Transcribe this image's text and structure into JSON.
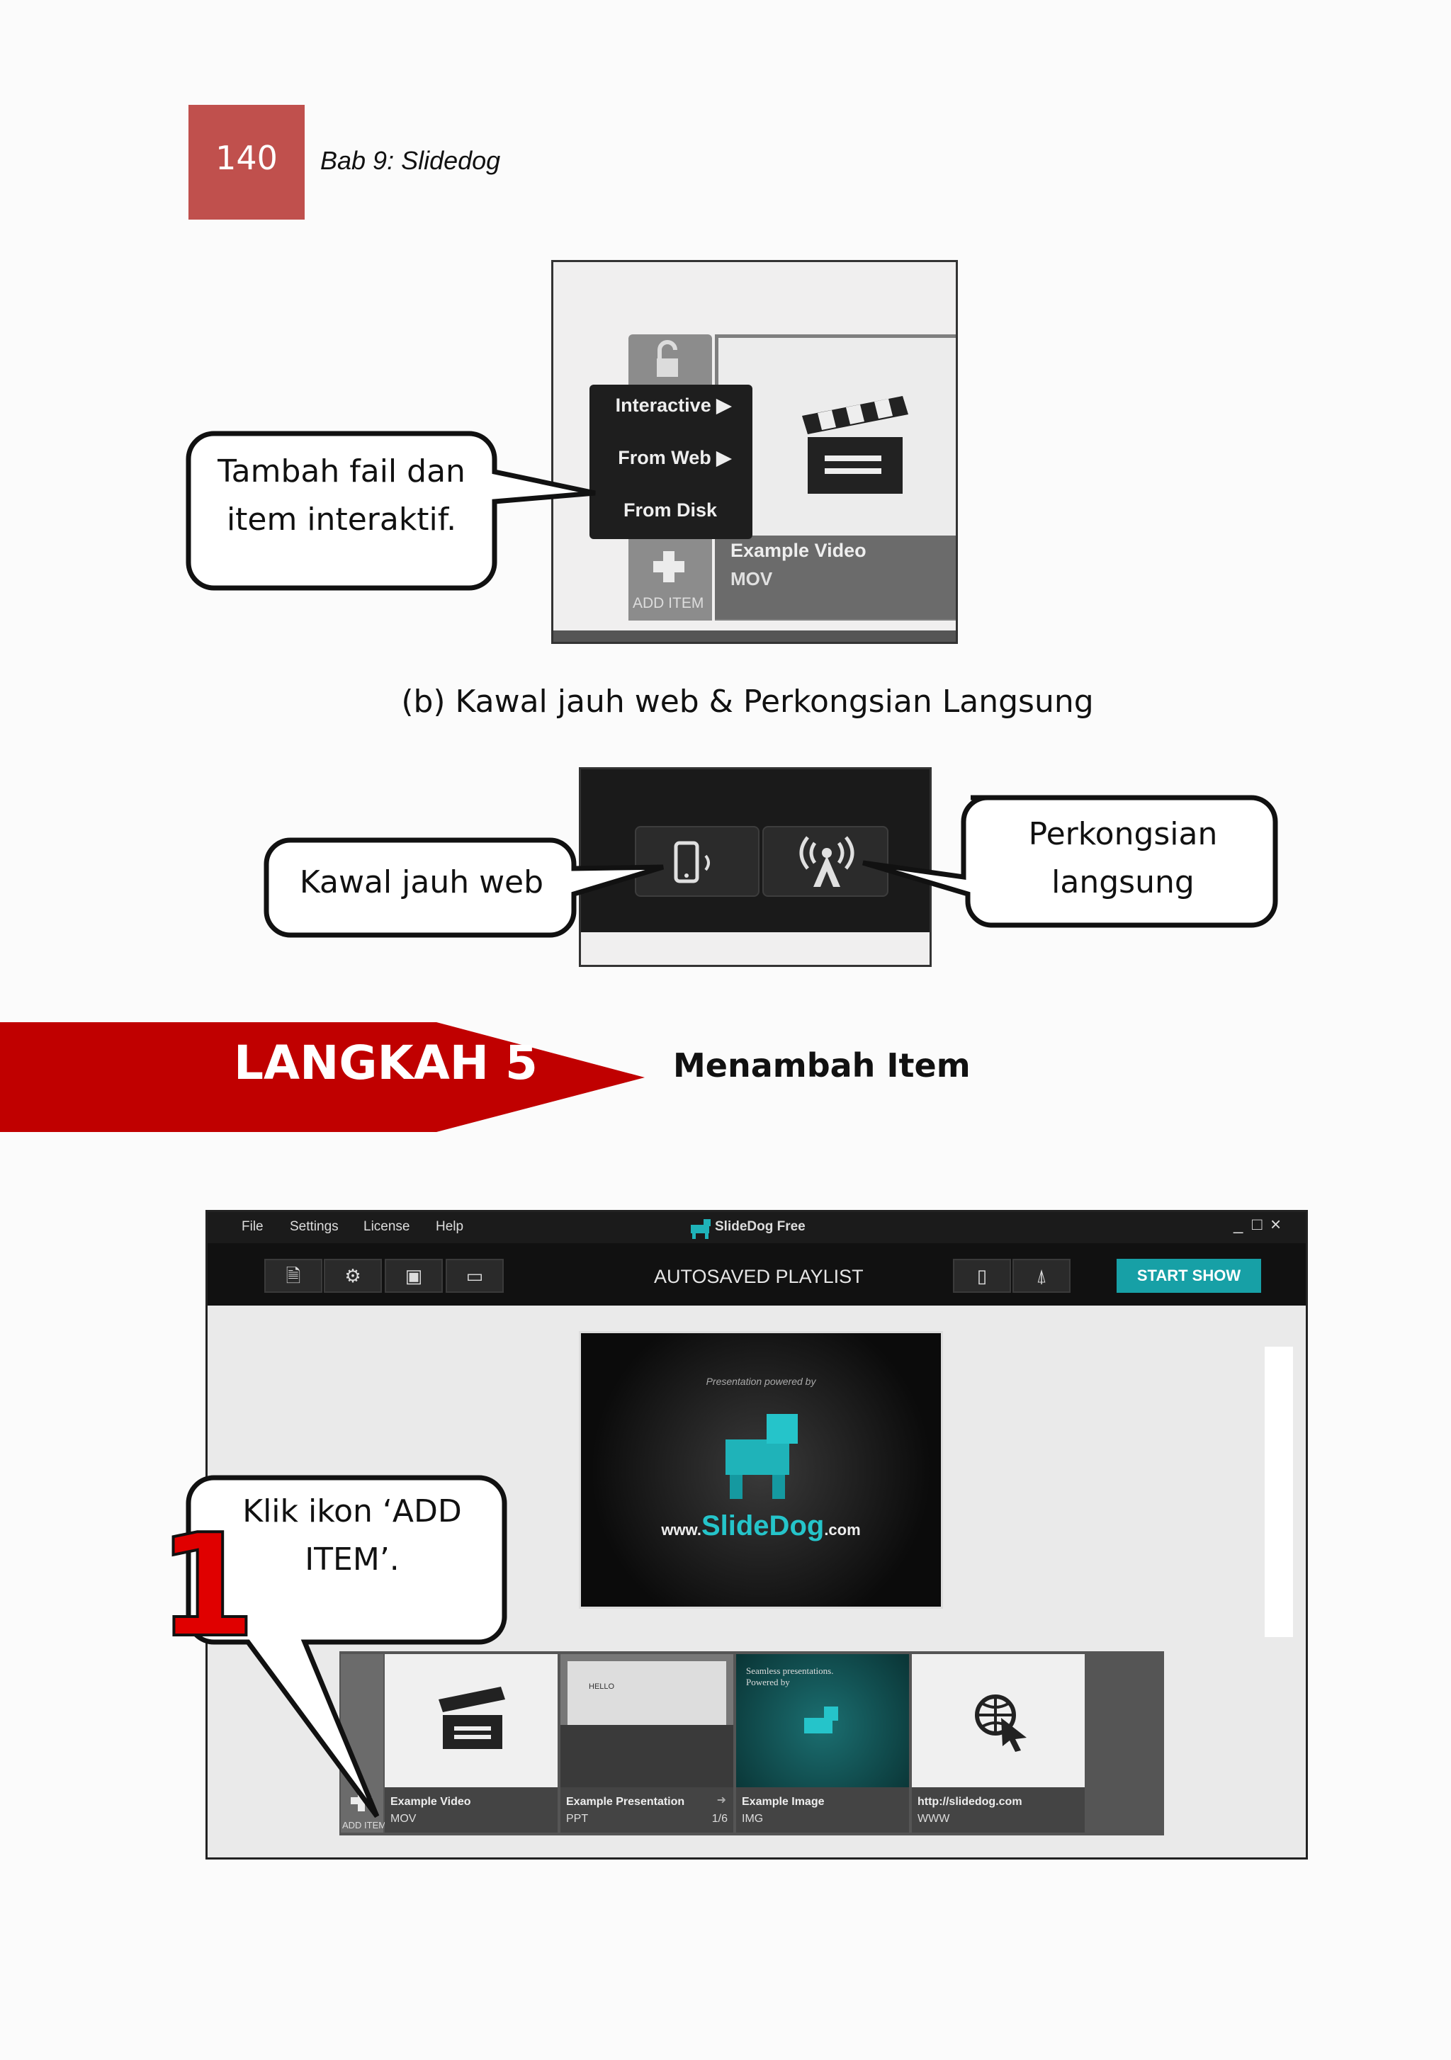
{
  "header": {
    "page_number": "140",
    "chapter": "Bab 9: Slidedog"
  },
  "figure_a": {
    "callout": "Tambah fail dan item interaktif.",
    "menu_items": [
      "Interactive",
      "From Web",
      "From Disk"
    ],
    "card_title": "Example Video",
    "card_type": "MOV",
    "add_item": "ADD ITEM"
  },
  "figure_b": {
    "caption": "(b) Kawal jauh web & Perkongsian Langsung",
    "callout_left": "Kawal jauh web",
    "callout_right": "Perkongsian langsung"
  },
  "step": {
    "label": "LANGKAH 5",
    "title": "Menambah Item"
  },
  "figure_c": {
    "menu": [
      "File",
      "Settings",
      "License",
      "Help"
    ],
    "app_title": "SlideDog Free",
    "window_controls": [
      "_",
      "□",
      "×"
    ],
    "playlist_title": "AUTOSAVED PLAYLIST",
    "start_button": "START SHOW",
    "preview": {
      "powered_by": "Presentation powered by",
      "brand_prefix": "www.",
      "brand": "SlideDog",
      "brand_suffix": ".com"
    },
    "items": [
      {
        "title": "Example Video",
        "type": "MOV"
      },
      {
        "title": "Example Presentation",
        "type": "PPT",
        "count": "1/6",
        "slide_text": "HELLO"
      },
      {
        "title": "Example Image",
        "type": "IMG",
        "image_text": "Seamless presentations. Powered by"
      },
      {
        "title": "http://slidedog.com",
        "type": "WWW"
      }
    ],
    "add_item": "ADD ITEM",
    "callout": "Klik ikon ‘ADD ITEM’.",
    "step_number": "1"
  },
  "colors": {
    "page_num_bg": "#c0504d",
    "banner_red": "#c00000",
    "start_show": "#17a0a6"
  }
}
